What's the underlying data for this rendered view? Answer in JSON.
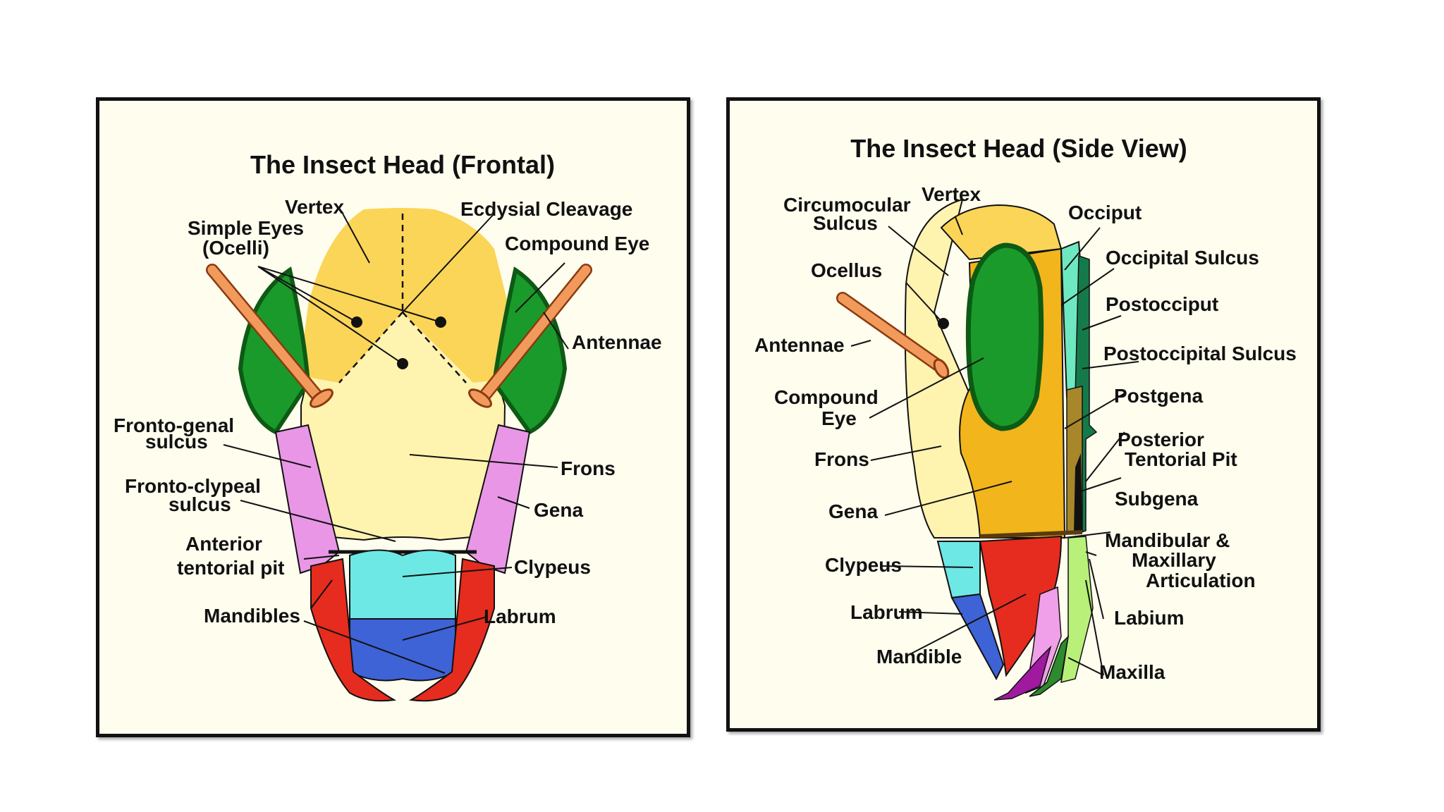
{
  "frontal": {
    "title": "The Insect Head (Frontal)",
    "labels": {
      "vertex": "Vertex",
      "ecdysial_cleavage": "Ecdysial Cleavage",
      "simple_eyes_1": "Simple Eyes",
      "simple_eyes_2": "(Ocelli)",
      "compound_eye": "Compound Eye",
      "antennae": "Antennae",
      "fronto_genal_1": "Fronto-genal",
      "fronto_genal_2": "sulcus",
      "frons": "Frons",
      "fronto_clypeal_1": "Fronto-clypeal",
      "fronto_clypeal_2": "sulcus",
      "gena": "Gena",
      "anterior_1": "Anterior",
      "anterior_2": "tentorial pit",
      "clypeus": "Clypeus",
      "mandibles": "Mandibles",
      "labrum": "Labrum"
    }
  },
  "side": {
    "title": "The Insect Head (Side View)",
    "labels": {
      "circumocular_1": "Circumocular",
      "circumocular_2": "Sulcus",
      "vertex": "Vertex",
      "occiput": "Occiput",
      "occipital_sulcus": "Occipital Sulcus",
      "ocellus": "Ocellus",
      "postocciput": "Postocciput",
      "antennae": "Antennae",
      "postoccipital_sulcus": "Postoccipital Sulcus",
      "compound_eye_1": "Compound",
      "compound_eye_2": "Eye",
      "postgena": "Postgena",
      "posterior_1": "Posterior",
      "posterior_2": "Tentorial Pit",
      "frons": "Frons",
      "subgena": "Subgena",
      "gena": "Gena",
      "mandibular_1": "Mandibular &",
      "mandibular_2": "Maxillary",
      "mandibular_3": "Articulation",
      "clypeus": "Clypeus",
      "labium": "Labium",
      "labrum": "Labrum",
      "mandible": "Mandible",
      "maxilla": "Maxilla"
    }
  }
}
